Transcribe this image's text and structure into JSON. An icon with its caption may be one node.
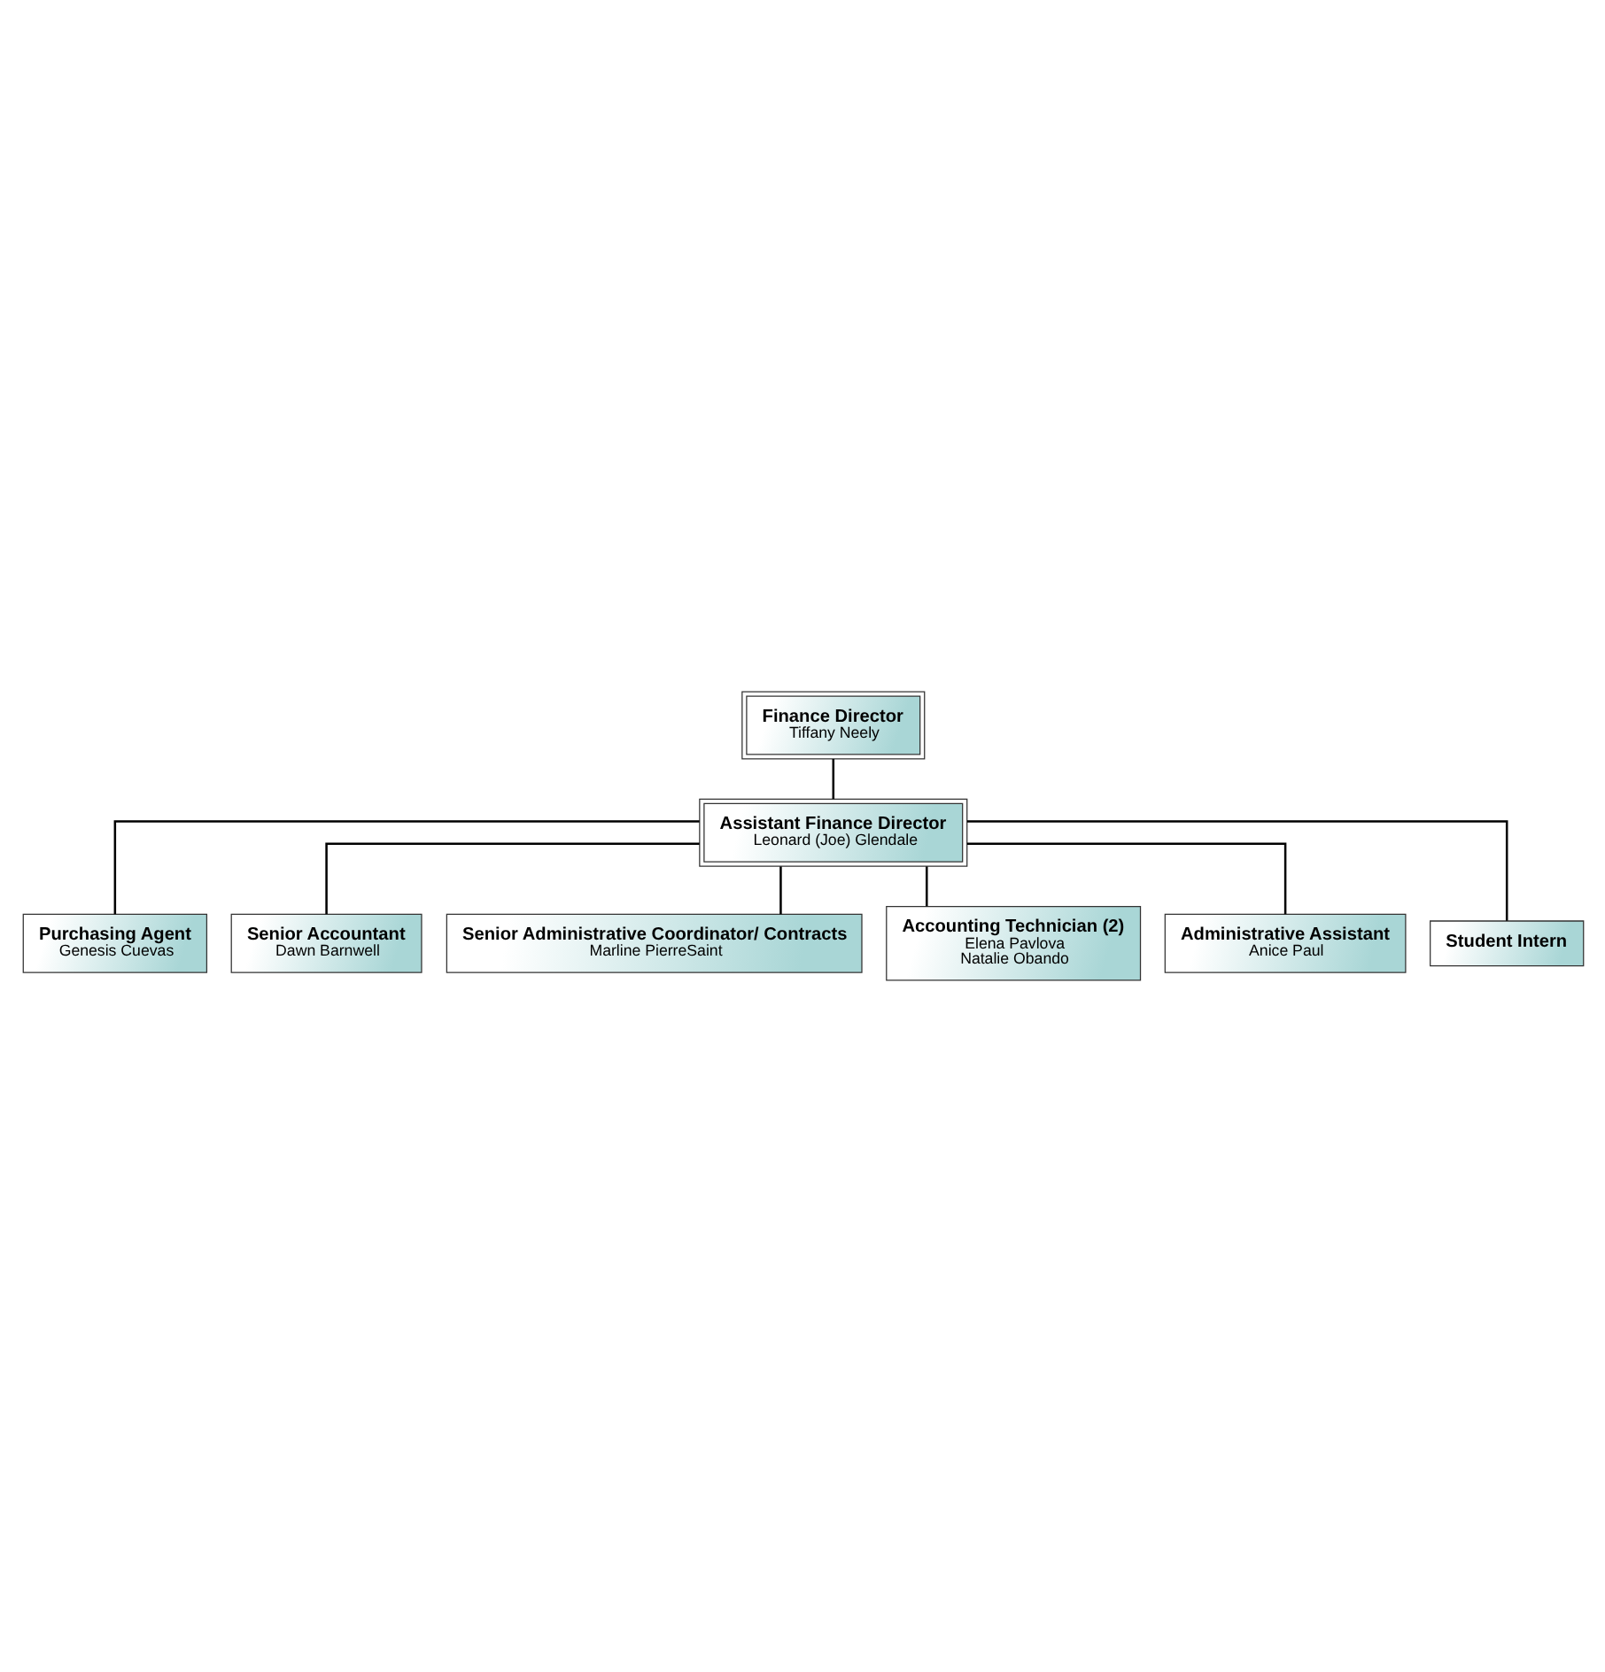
{
  "diagram": {
    "nodes": [
      {
        "text": [
          "Finance Director",
          "Tiffany Neely"
        ]
      },
      {
        "text": [
          "Assistant Finance Director",
          "Leonard (Joe) Glendale"
        ]
      },
      {
        "text": [
          "Purchasing Agent",
          "Genesis Cuevas"
        ]
      },
      {
        "text": [
          "Senior Accountant",
          "Dawn Barnwell"
        ]
      },
      {
        "text": [
          "Senior Administrative Coordinator/ Contracts",
          "Marline PierreSaint"
        ]
      },
      {
        "text": [
          "Accounting Technician (2)",
          "Elena Pavlova",
          "Natalie Obando"
        ]
      },
      {
        "text": [
          "Administrative Assistant",
          "Anice Paul"
        ]
      },
      {
        "text": [
          "Student Intern"
        ]
      }
    ],
    "edges": [
      {
        "from": 0,
        "to": 1,
        "arrow": "none"
      },
      {
        "from": 1,
        "to": 2,
        "arrow": "none"
      },
      {
        "from": 1,
        "to": 3,
        "arrow": "none"
      },
      {
        "from": 1,
        "to": 4,
        "arrow": "none"
      },
      {
        "from": 1,
        "to": 5,
        "arrow": "none"
      },
      {
        "from": 1,
        "to": 6,
        "arrow": "none"
      },
      {
        "from": 1,
        "to": 7,
        "arrow": "none"
      }
    ]
  }
}
